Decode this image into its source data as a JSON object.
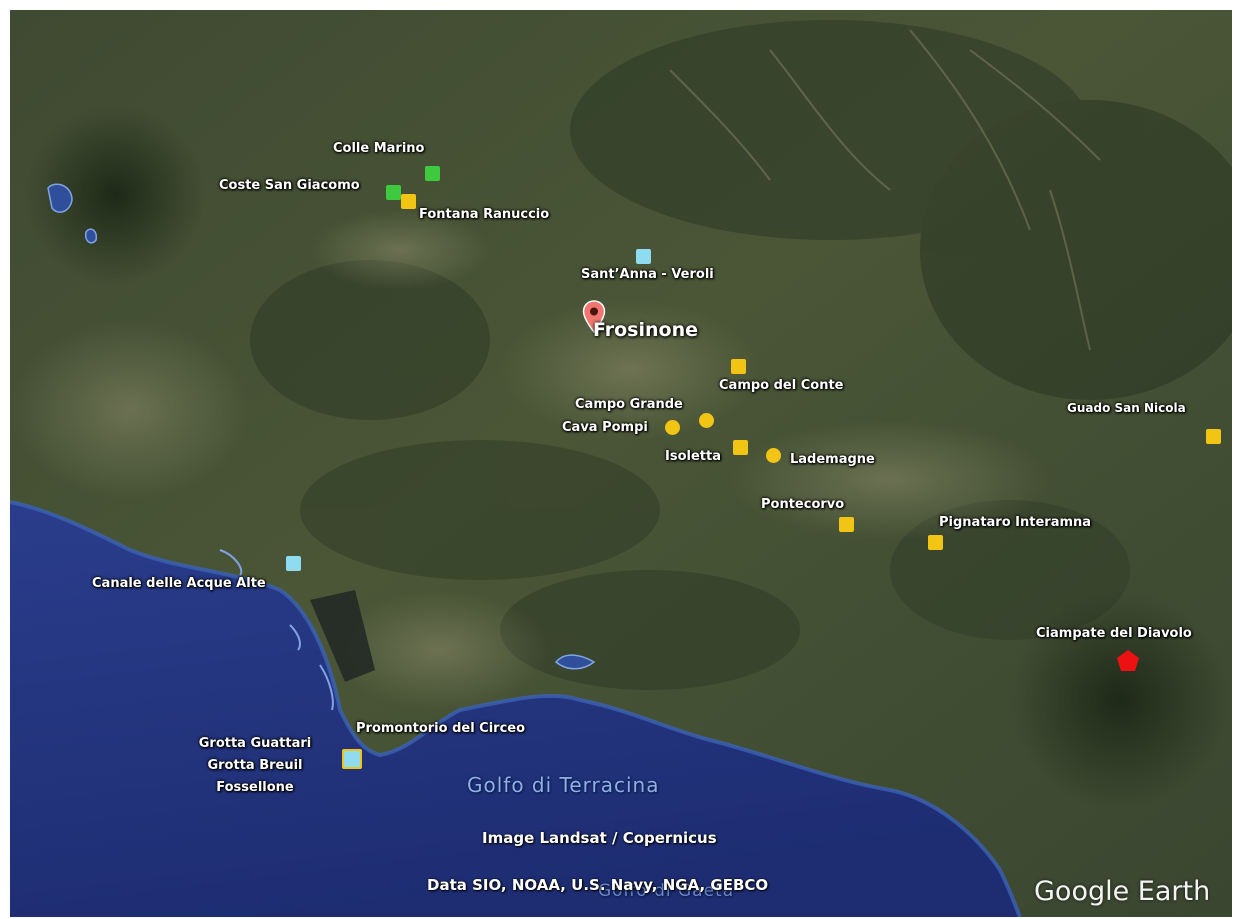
{
  "city": {
    "name": "Frosinone"
  },
  "sites": [
    {
      "id": "colle-marino",
      "label": "Colle Marino",
      "marker": "square",
      "color": "#3ec93e"
    },
    {
      "id": "coste-san-giacomo",
      "label": "Coste San Giacomo",
      "marker": "square",
      "color": "#3ec93e"
    },
    {
      "id": "fontana-ranuccio",
      "label": "Fontana Ranuccio",
      "marker": "square",
      "color": "#f2c414"
    },
    {
      "id": "sant-anna-veroli",
      "label": "Sant’Anna - Veroli",
      "marker": "square",
      "color": "#8fdcf0"
    },
    {
      "id": "campo-del-conte",
      "label": "Campo del Conte",
      "marker": "square",
      "color": "#f2c414"
    },
    {
      "id": "campo-grande",
      "label": "Campo Grande",
      "marker": "circle",
      "color": "#f2c414"
    },
    {
      "id": "cava-pompi",
      "label": "Cava Pompi",
      "marker": "circle",
      "color": "#f2c414"
    },
    {
      "id": "isoletta",
      "label": "Isoletta",
      "marker": "square",
      "color": "#f2c414"
    },
    {
      "id": "lademagne",
      "label": "Lademagne",
      "marker": "circle",
      "color": "#f2c414"
    },
    {
      "id": "guado-san-nicola",
      "label": "Guado San Nicola",
      "marker": "square",
      "color": "#f2c414"
    },
    {
      "id": "pontecorvo",
      "label": "Pontecorvo",
      "marker": "square",
      "color": "#f2c414"
    },
    {
      "id": "pignataro-interamna",
      "label": "Pignataro Interamna",
      "marker": "square",
      "color": "#f2c414"
    },
    {
      "id": "canale-delle-acque-alte",
      "label": "Canale delle Acque Alte",
      "marker": "square",
      "color": "#8fdcf0"
    },
    {
      "id": "ciampate-del-diavolo",
      "label": "Ciampate del Diavolo",
      "marker": "pentagon",
      "color": "#ee1111"
    },
    {
      "id": "promontorio-del-circeo",
      "label": "Promontorio del Circeo",
      "marker": "square",
      "color": "#8fdcf0"
    }
  ],
  "circeo_caves": [
    "Grotta Guattari",
    "Grotta Breuil",
    "Fossellone"
  ],
  "sea_labels": {
    "gulf": "Golfo di Terracina",
    "gulf_faint": "Golfo di Gaeta"
  },
  "credits": {
    "imagery": "Image Landsat / Copernicus",
    "data": "Data SIO, NOAA, U.S. Navy, NGA, GEBCO",
    "brand": "Google Earth"
  }
}
